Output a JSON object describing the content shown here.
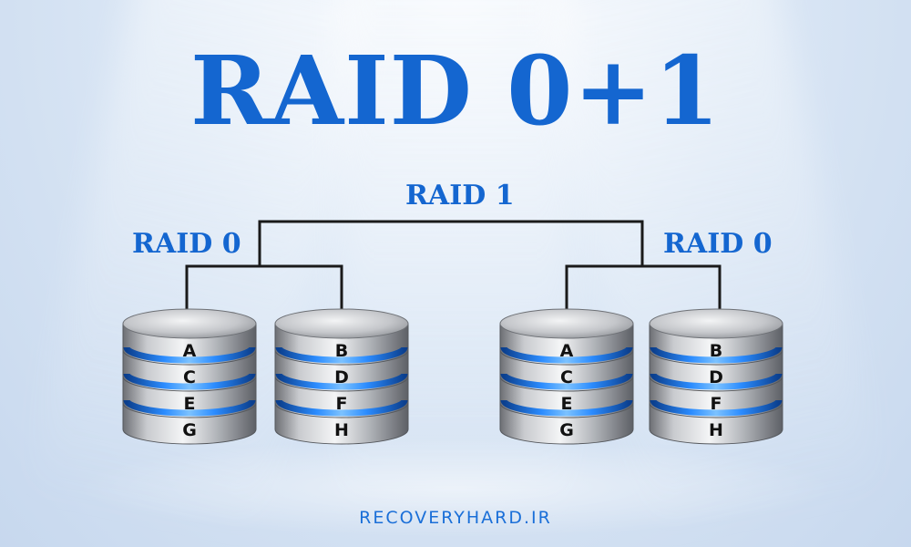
{
  "title": "RAID 0+1",
  "labels": {
    "raid1": "RAID 1",
    "raid0_left": "RAID 0",
    "raid0_right": "RAID 0"
  },
  "stacks": [
    {
      "id": "left-a",
      "disks": [
        "A",
        "C",
        "E",
        "G"
      ]
    },
    {
      "id": "left-b",
      "disks": [
        "B",
        "D",
        "F",
        "H"
      ]
    },
    {
      "id": "right-a",
      "disks": [
        "A",
        "C",
        "E",
        "G"
      ]
    },
    {
      "id": "right-b",
      "disks": [
        "B",
        "D",
        "F",
        "H"
      ]
    }
  ],
  "footer": "RECOVERYHARD.IR",
  "colors": {
    "accent": "#1466d0",
    "connector": "#1a1a1a",
    "disk_ring": "#1a73e8"
  }
}
